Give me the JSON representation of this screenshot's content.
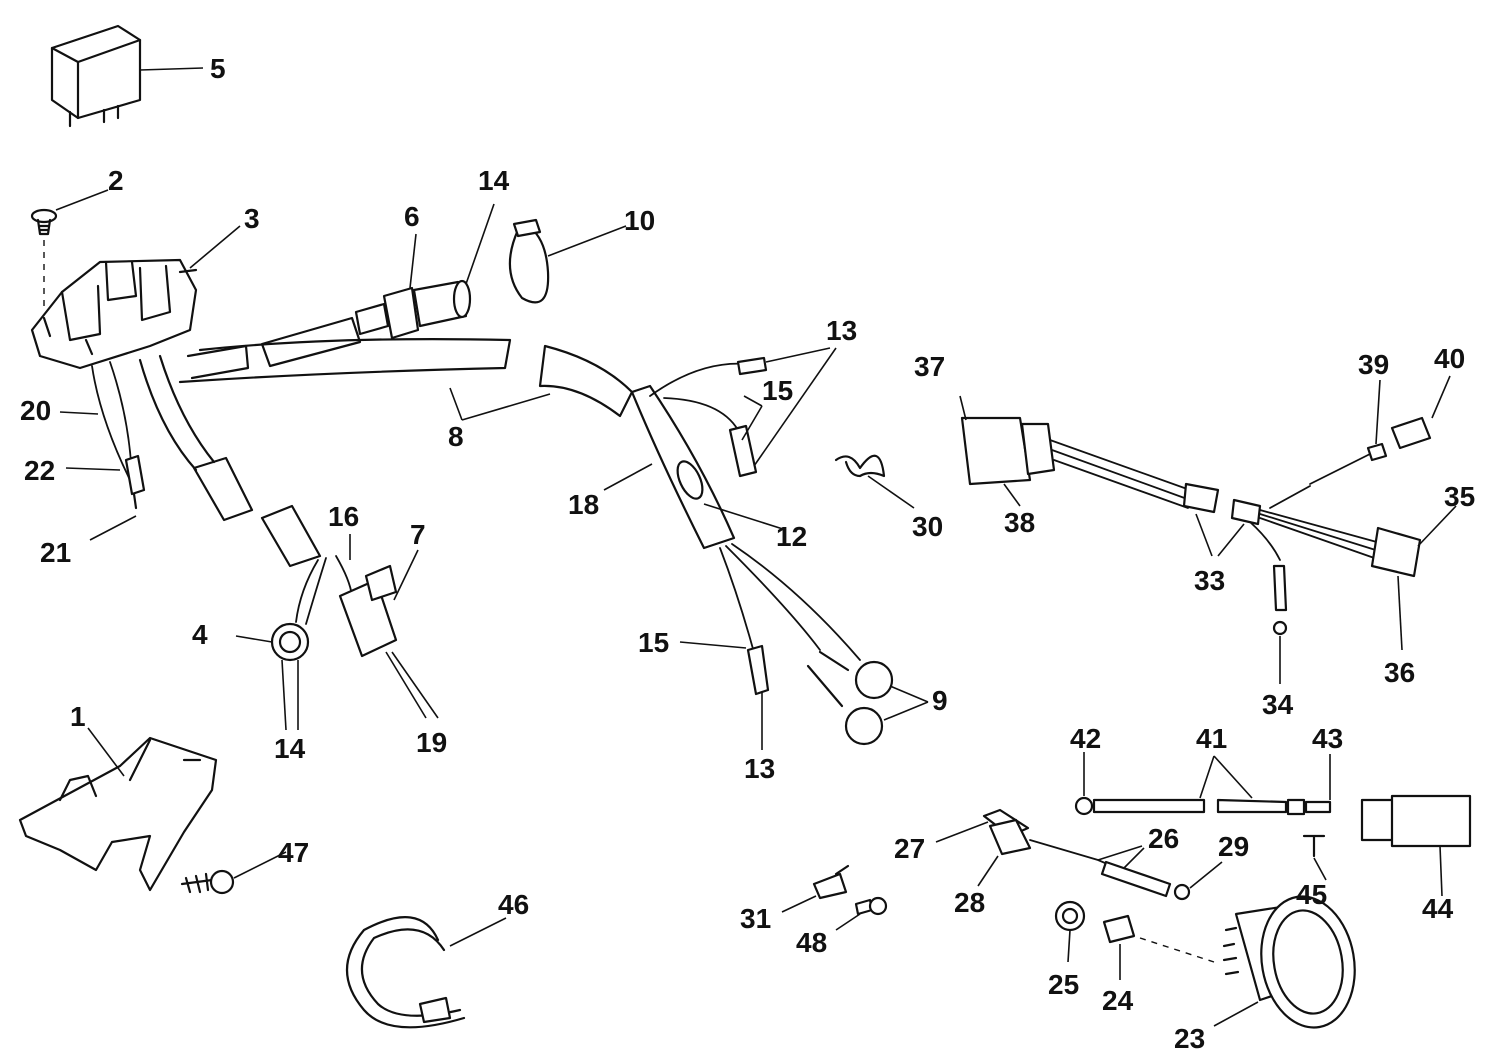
{
  "callouts": {
    "c1": "1",
    "c2": "2",
    "c3": "3",
    "c4": "4",
    "c5": "5",
    "c6": "6",
    "c7": "7",
    "c8": "8",
    "c9": "9",
    "c10": "10",
    "c12": "12",
    "c13a": "13",
    "c13b": "13",
    "c14a": "14",
    "c14b": "14",
    "c15a": "15",
    "c15b": "15",
    "c16": "16",
    "c18": "18",
    "c19": "19",
    "c20": "20",
    "c21": "21",
    "c22": "22",
    "c23": "23",
    "c24": "24",
    "c25": "25",
    "c26": "26",
    "c27": "27",
    "c28": "28",
    "c29": "29",
    "c30": "30",
    "c31": "31",
    "c33": "33",
    "c34": "34",
    "c35": "35",
    "c36": "36",
    "c37": "37",
    "c38": "38",
    "c39": "39",
    "c40": "40",
    "c41": "41",
    "c42": "42",
    "c43": "43",
    "c44": "44",
    "c45": "45",
    "c46": "46",
    "c47": "47",
    "c48": "48"
  }
}
